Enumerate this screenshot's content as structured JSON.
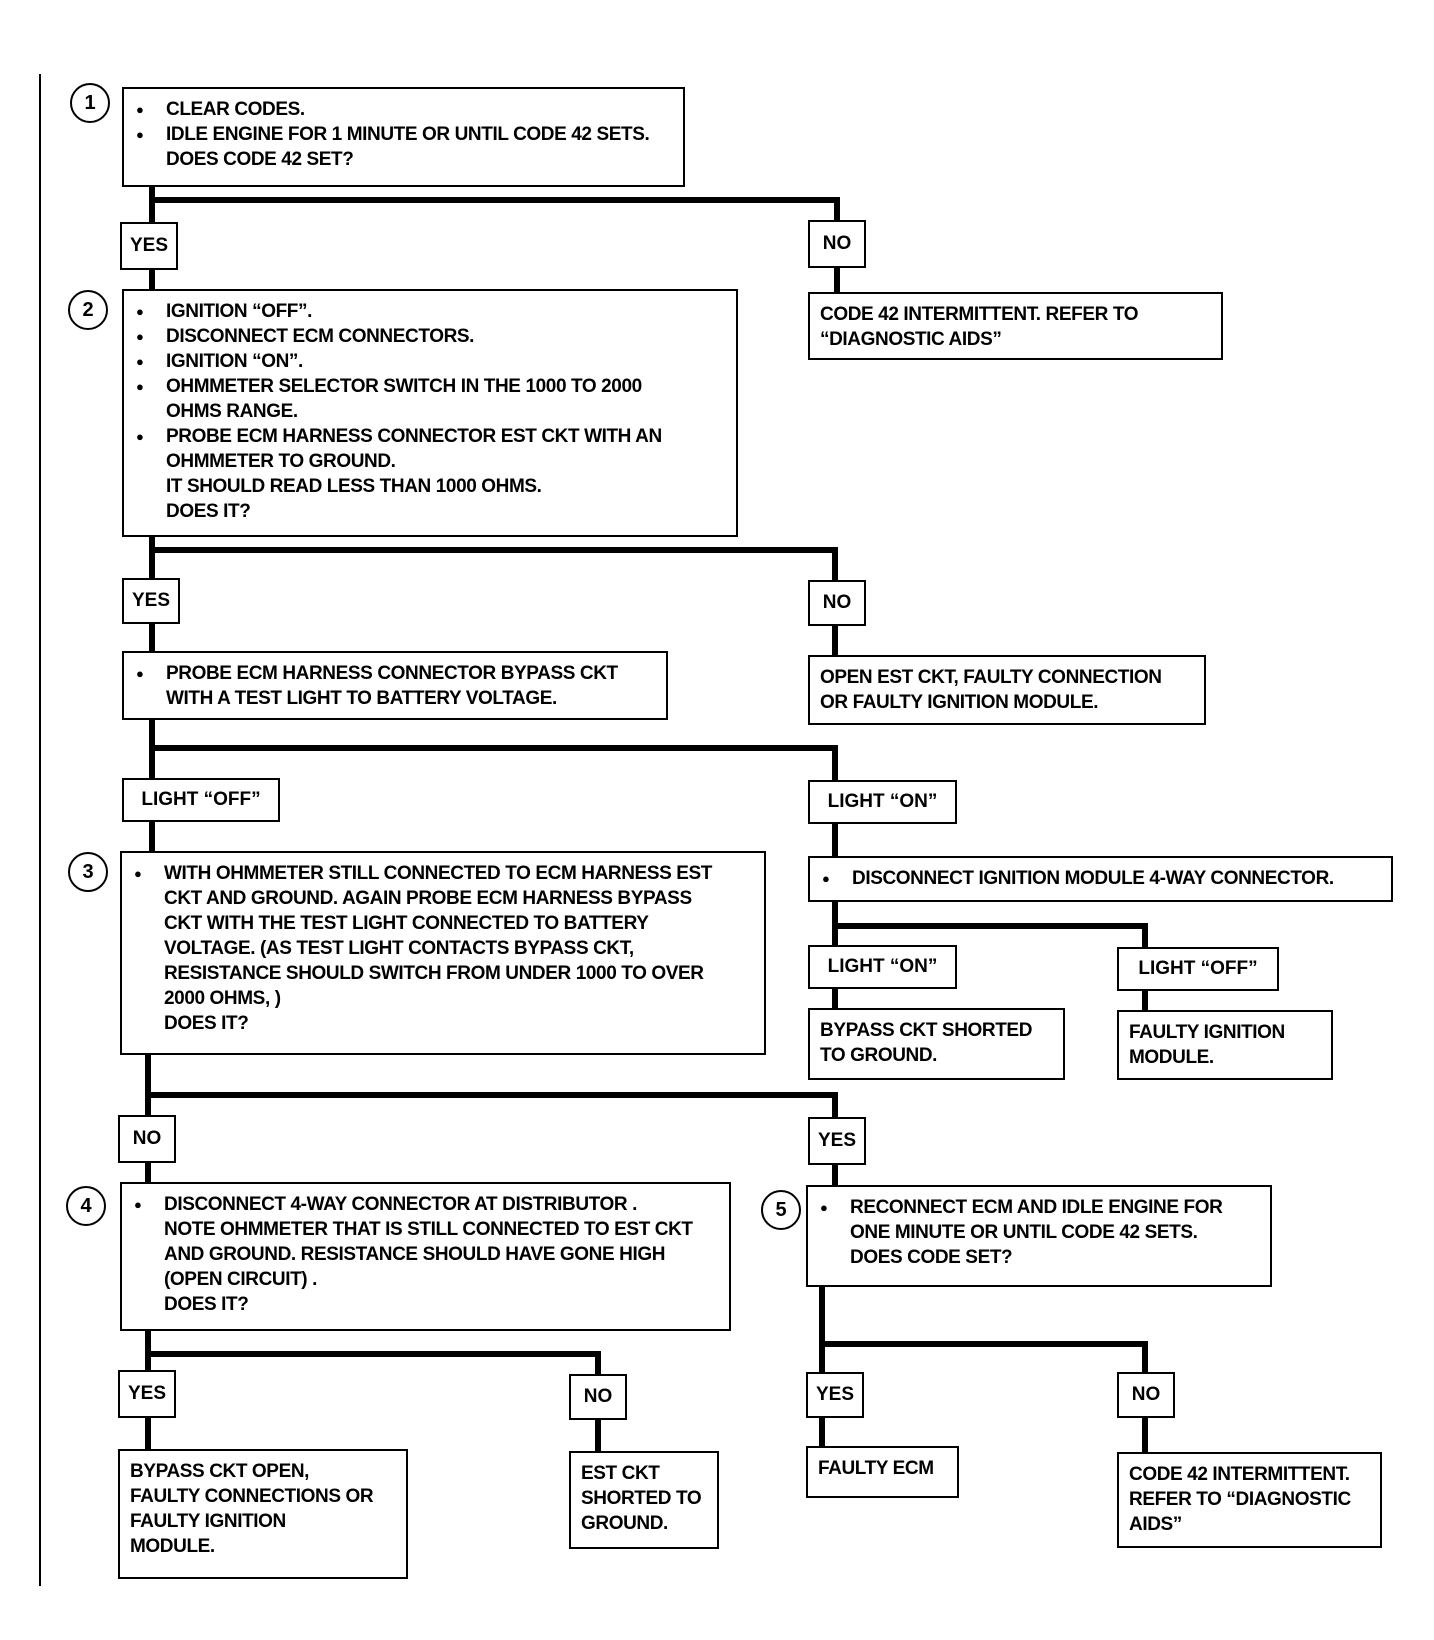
{
  "step1": {
    "number": "1",
    "lines": [
      {
        "t": "CLEAR CODES.",
        "b": true
      },
      {
        "t": "IDLE ENGINE FOR 1 MINUTE OR UNTIL CODE 42 SETS.",
        "b": true
      },
      {
        "t": "DOES CODE 42 SET?",
        "b": false
      }
    ],
    "yes": "YES",
    "no": "NO",
    "no_result": [
      "CODE 42 INTERMITTENT.  REFER TO",
      "“DIAGNOSTIC AIDS”"
    ]
  },
  "step2": {
    "number": "2",
    "lines": [
      {
        "t": "IGNITION “OFF”.",
        "b": true
      },
      {
        "t": "DISCONNECT ECM CONNECTORS.",
        "b": true
      },
      {
        "t": "IGNITION “ON”.",
        "b": true
      },
      {
        "t": "OHMMETER SELECTOR SWITCH IN THE 1000 TO 2000",
        "b": true
      },
      {
        "t": "OHMS RANGE.",
        "b": false
      },
      {
        "t": "PROBE ECM HARNESS CONNECTOR EST CKT WITH AN",
        "b": true
      },
      {
        "t": "OHMMETER TO GROUND.",
        "b": false
      },
      {
        "t": "IT SHOULD READ LESS THAN 1000 OHMS.",
        "b": false
      },
      {
        "t": "DOES IT?",
        "b": false
      }
    ],
    "yes": "YES",
    "no": "NO",
    "no_result": [
      "OPEN EST CKT, FAULTY CONNECTION",
      "OR FAULTY IGNITION MODULE."
    ]
  },
  "probe": {
    "lines": [
      {
        "t": "PROBE ECM HARNESS CONNECTOR BYPASS CKT",
        "b": true
      },
      {
        "t": "WITH A TEST LIGHT TO BATTERY VOLTAGE.",
        "b": false
      }
    ],
    "light_off": "LIGHT “OFF”",
    "light_on": "LIGHT “ON”"
  },
  "disconnect_module": {
    "lines": [
      {
        "t": "DISCONNECT IGNITION MODULE 4-WAY CONNECTOR.",
        "b": true
      }
    ],
    "light_on": "LIGHT “ON”",
    "light_off": "LIGHT “OFF”",
    "on_result": [
      "BYPASS CKT   SHORTED",
      "TO GROUND."
    ],
    "off_result": [
      "FAULTY IGNITION",
      "MODULE."
    ]
  },
  "step3": {
    "number": "3",
    "lines": [
      {
        "t": "WITH OHMMETER STILL CONNECTED TO ECM HARNESS EST",
        "b": true
      },
      {
        "t": "CKT  AND GROUND.  AGAIN PROBE ECM HARNESS BYPASS",
        "b": false
      },
      {
        "t": "CKT WITH THE TEST LIGHT CONNECTED TO BATTERY",
        "b": false
      },
      {
        "t": "VOLTAGE.  (AS TEST LIGHT CONTACTS BYPASS CKT,",
        "b": false
      },
      {
        "t": "RESISTANCE SHOULD SWITCH FROM UNDER 1000 TO OVER",
        "b": false
      },
      {
        "t": "2000 OHMS, )",
        "b": false
      },
      {
        "t": "DOES IT?",
        "b": false
      }
    ],
    "no": "NO",
    "yes": "YES"
  },
  "step4": {
    "number": "4",
    "lines": [
      {
        "t": "DISCONNECT 4-WAY CONNECTOR AT DISTRIBUTOR .",
        "b": true
      },
      {
        "t": "NOTE OHMMETER THAT IS STILL CONNECTED TO EST CKT",
        "b": false
      },
      {
        "t": "AND GROUND. RESISTANCE SHOULD HAVE GONE HIGH",
        "b": false
      },
      {
        "t": "(OPEN CIRCUIT) .",
        "b": false
      },
      {
        "t": "DOES IT?",
        "b": false
      }
    ],
    "yes": "YES",
    "no": "NO",
    "yes_result": [
      "BYPASS CKT  OPEN,",
      "FAULTY CONNECTIONS OR",
      "FAULTY IGNITION",
      "MODULE."
    ],
    "no_result": [
      "EST CKT",
      "SHORTED TO",
      "GROUND."
    ]
  },
  "step5": {
    "number": "5",
    "lines": [
      {
        "t": "RECONNECT ECM AND IDLE ENGINE FOR",
        "b": true
      },
      {
        "t": "ONE MINUTE OR UNTIL CODE 42 SETS.",
        "b": false
      },
      {
        "t": "DOES CODE SET?",
        "b": false
      }
    ],
    "yes": "YES",
    "no": "NO",
    "yes_result": [
      "FAULTY ECM"
    ],
    "no_result": [
      "CODE 42 INTERMITTENT.",
      "REFER TO “DIAGNOSTIC",
      "AIDS”"
    ]
  }
}
